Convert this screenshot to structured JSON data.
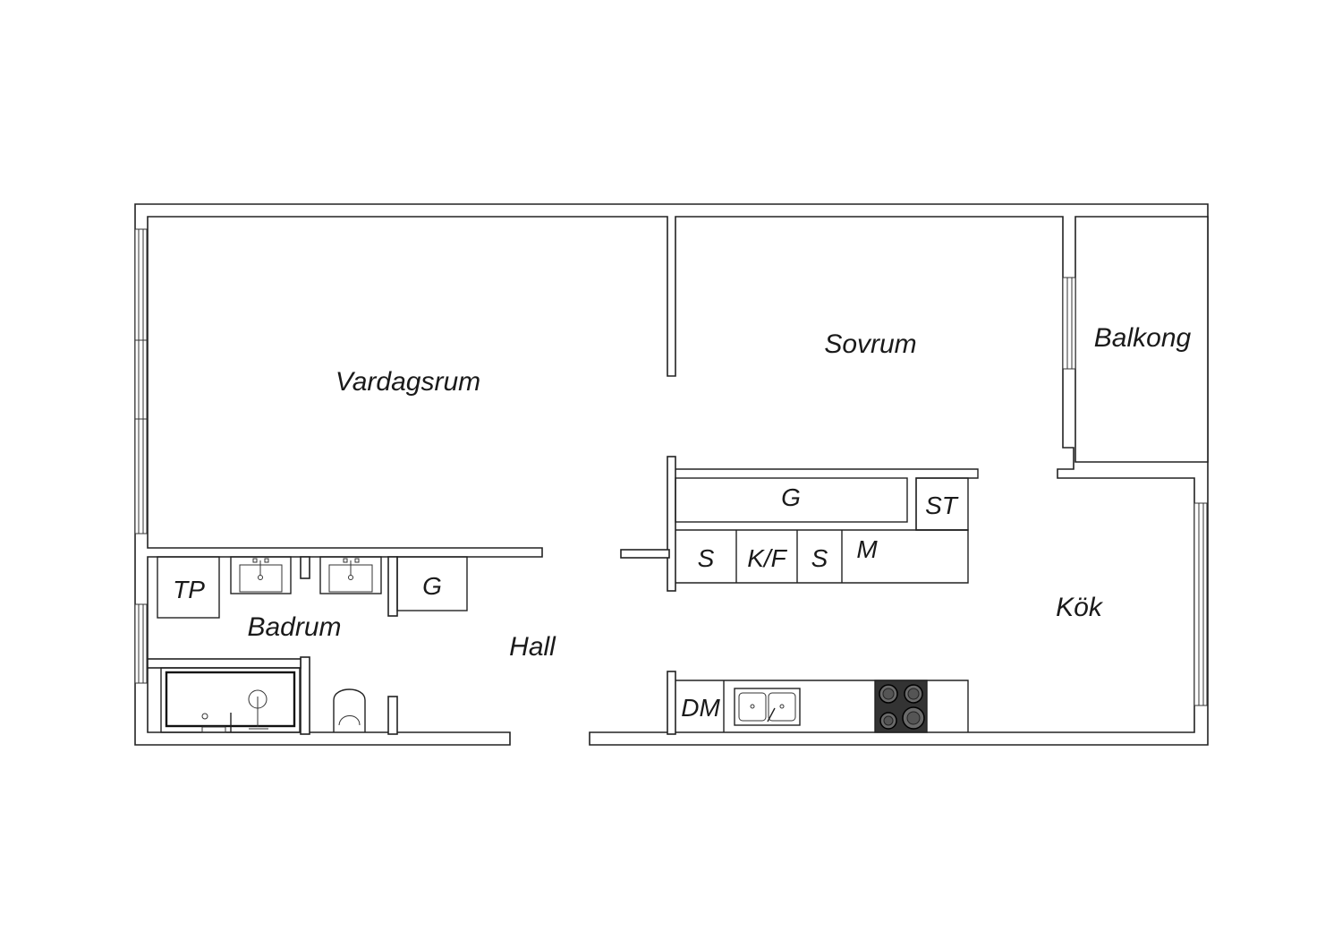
{
  "rooms": {
    "vardagsrum": "Vardagsrum",
    "sovrum": "Sovrum",
    "balkong": "Balkong",
    "badrum": "Badrum",
    "hall": "Hall",
    "kok": "Kök"
  },
  "fixtures": {
    "tp": "TP",
    "g_bath": "G",
    "g_wardrobe": "G",
    "st": "ST",
    "s1": "S",
    "kf": "K/F",
    "s2": "S",
    "m": "M",
    "dm": "DM"
  },
  "colors": {
    "line": "#222222",
    "background": "#ffffff",
    "stove": "#333333"
  }
}
